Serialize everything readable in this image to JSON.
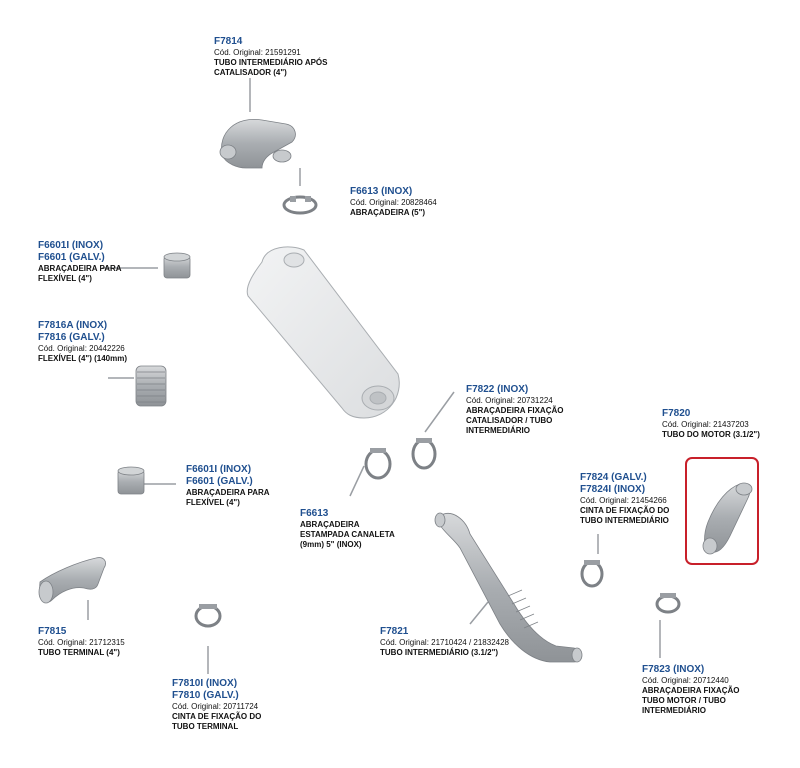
{
  "parts": [
    {
      "id": "f7814",
      "codes": [
        "F7814"
      ],
      "original": "Cód. Original: 21591291",
      "desc": [
        "TUBO INTERMEDIÁRIO APÓS",
        "CATALISADOR (4\")"
      ]
    },
    {
      "id": "f6613-top",
      "codes": [
        "F6613 (INOX)"
      ],
      "original": "Cód. Original: 20828464",
      "desc": [
        "ABRAÇADEIRA (5\")"
      ]
    },
    {
      "id": "f6601-top",
      "codes": [
        "F6601I (INOX)",
        "F6601 (GALV.)"
      ],
      "original": "",
      "desc": [
        "ABRAÇADEIRA PARA",
        "FLEXÍVEL (4\")"
      ]
    },
    {
      "id": "f7816",
      "codes": [
        "F7816A (INOX)",
        "F7816 (GALV.)"
      ],
      "original": "Cód. Original: 20442226",
      "desc": [
        "FLEXÍVEL (4\") (140mm)"
      ]
    },
    {
      "id": "f7822",
      "codes": [
        "F7822 (INOX)"
      ],
      "original": "Cód. Original: 20731224",
      "desc": [
        "ABRAÇADEIRA FIXAÇÃO",
        "CATALISADOR / TUBO",
        "INTERMEDIÁRIO"
      ]
    },
    {
      "id": "f7820",
      "codes": [
        "F7820"
      ],
      "original": "Cód. Original: 21437203",
      "desc": [
        "TUBO DO MOTOR (3.1/2\")"
      ]
    },
    {
      "id": "f6601-mid",
      "codes": [
        "F6601I (INOX)",
        "F6601 (GALV.)"
      ],
      "original": "",
      "desc": [
        "ABRAÇADEIRA PARA",
        "FLEXÍVEL (4\")"
      ]
    },
    {
      "id": "f7824",
      "codes": [
        "F7824 (GALV.)",
        "F7824I (INOX)"
      ],
      "original": "Cód. Original: 21454266",
      "desc": [
        "CINTA DE FIXAÇÃO DO",
        "TUBO INTERMEDIÁRIO"
      ]
    },
    {
      "id": "f6613-mid",
      "codes": [
        "F6613"
      ],
      "original": "",
      "desc": [
        "ABRAÇADEIRA",
        "ESTAMPADA CANALETA",
        "(9mm) 5\" (INOX)"
      ]
    },
    {
      "id": "f7815",
      "codes": [
        "F7815"
      ],
      "original": "Cód. Original: 21712315",
      "desc": [
        "TUBO TERMINAL (4\")"
      ]
    },
    {
      "id": "f7821",
      "codes": [
        "F7821"
      ],
      "original": "Cód. Original: 21710424 / 21832428",
      "desc": [
        "TUBO INTERMEDIÁRIO (3.1/2\")"
      ]
    },
    {
      "id": "f7823",
      "codes": [
        "F7823 (INOX)"
      ],
      "original": "Cód. Original: 20712440",
      "desc": [
        "ABRAÇADEIRA FIXAÇÃO",
        "TUBO MOTOR / TUBO",
        "INTERMEDIÁRIO"
      ]
    },
    {
      "id": "f7810",
      "codes": [
        "F7810I (INOX)",
        "F7810 (GALV.)"
      ],
      "original": "Cód. Original: 20711724",
      "desc": [
        "CINTA DE FIXAÇÃO DO",
        "TUBO TERMINAL"
      ]
    }
  ],
  "colors": {
    "code_blue": "#1f4f8f",
    "highlight_red": "#c8202a",
    "part_gray": "#b9bcbf",
    "muffler_gray": "#e6e7e8",
    "leader_gray": "#9a9ea3"
  }
}
